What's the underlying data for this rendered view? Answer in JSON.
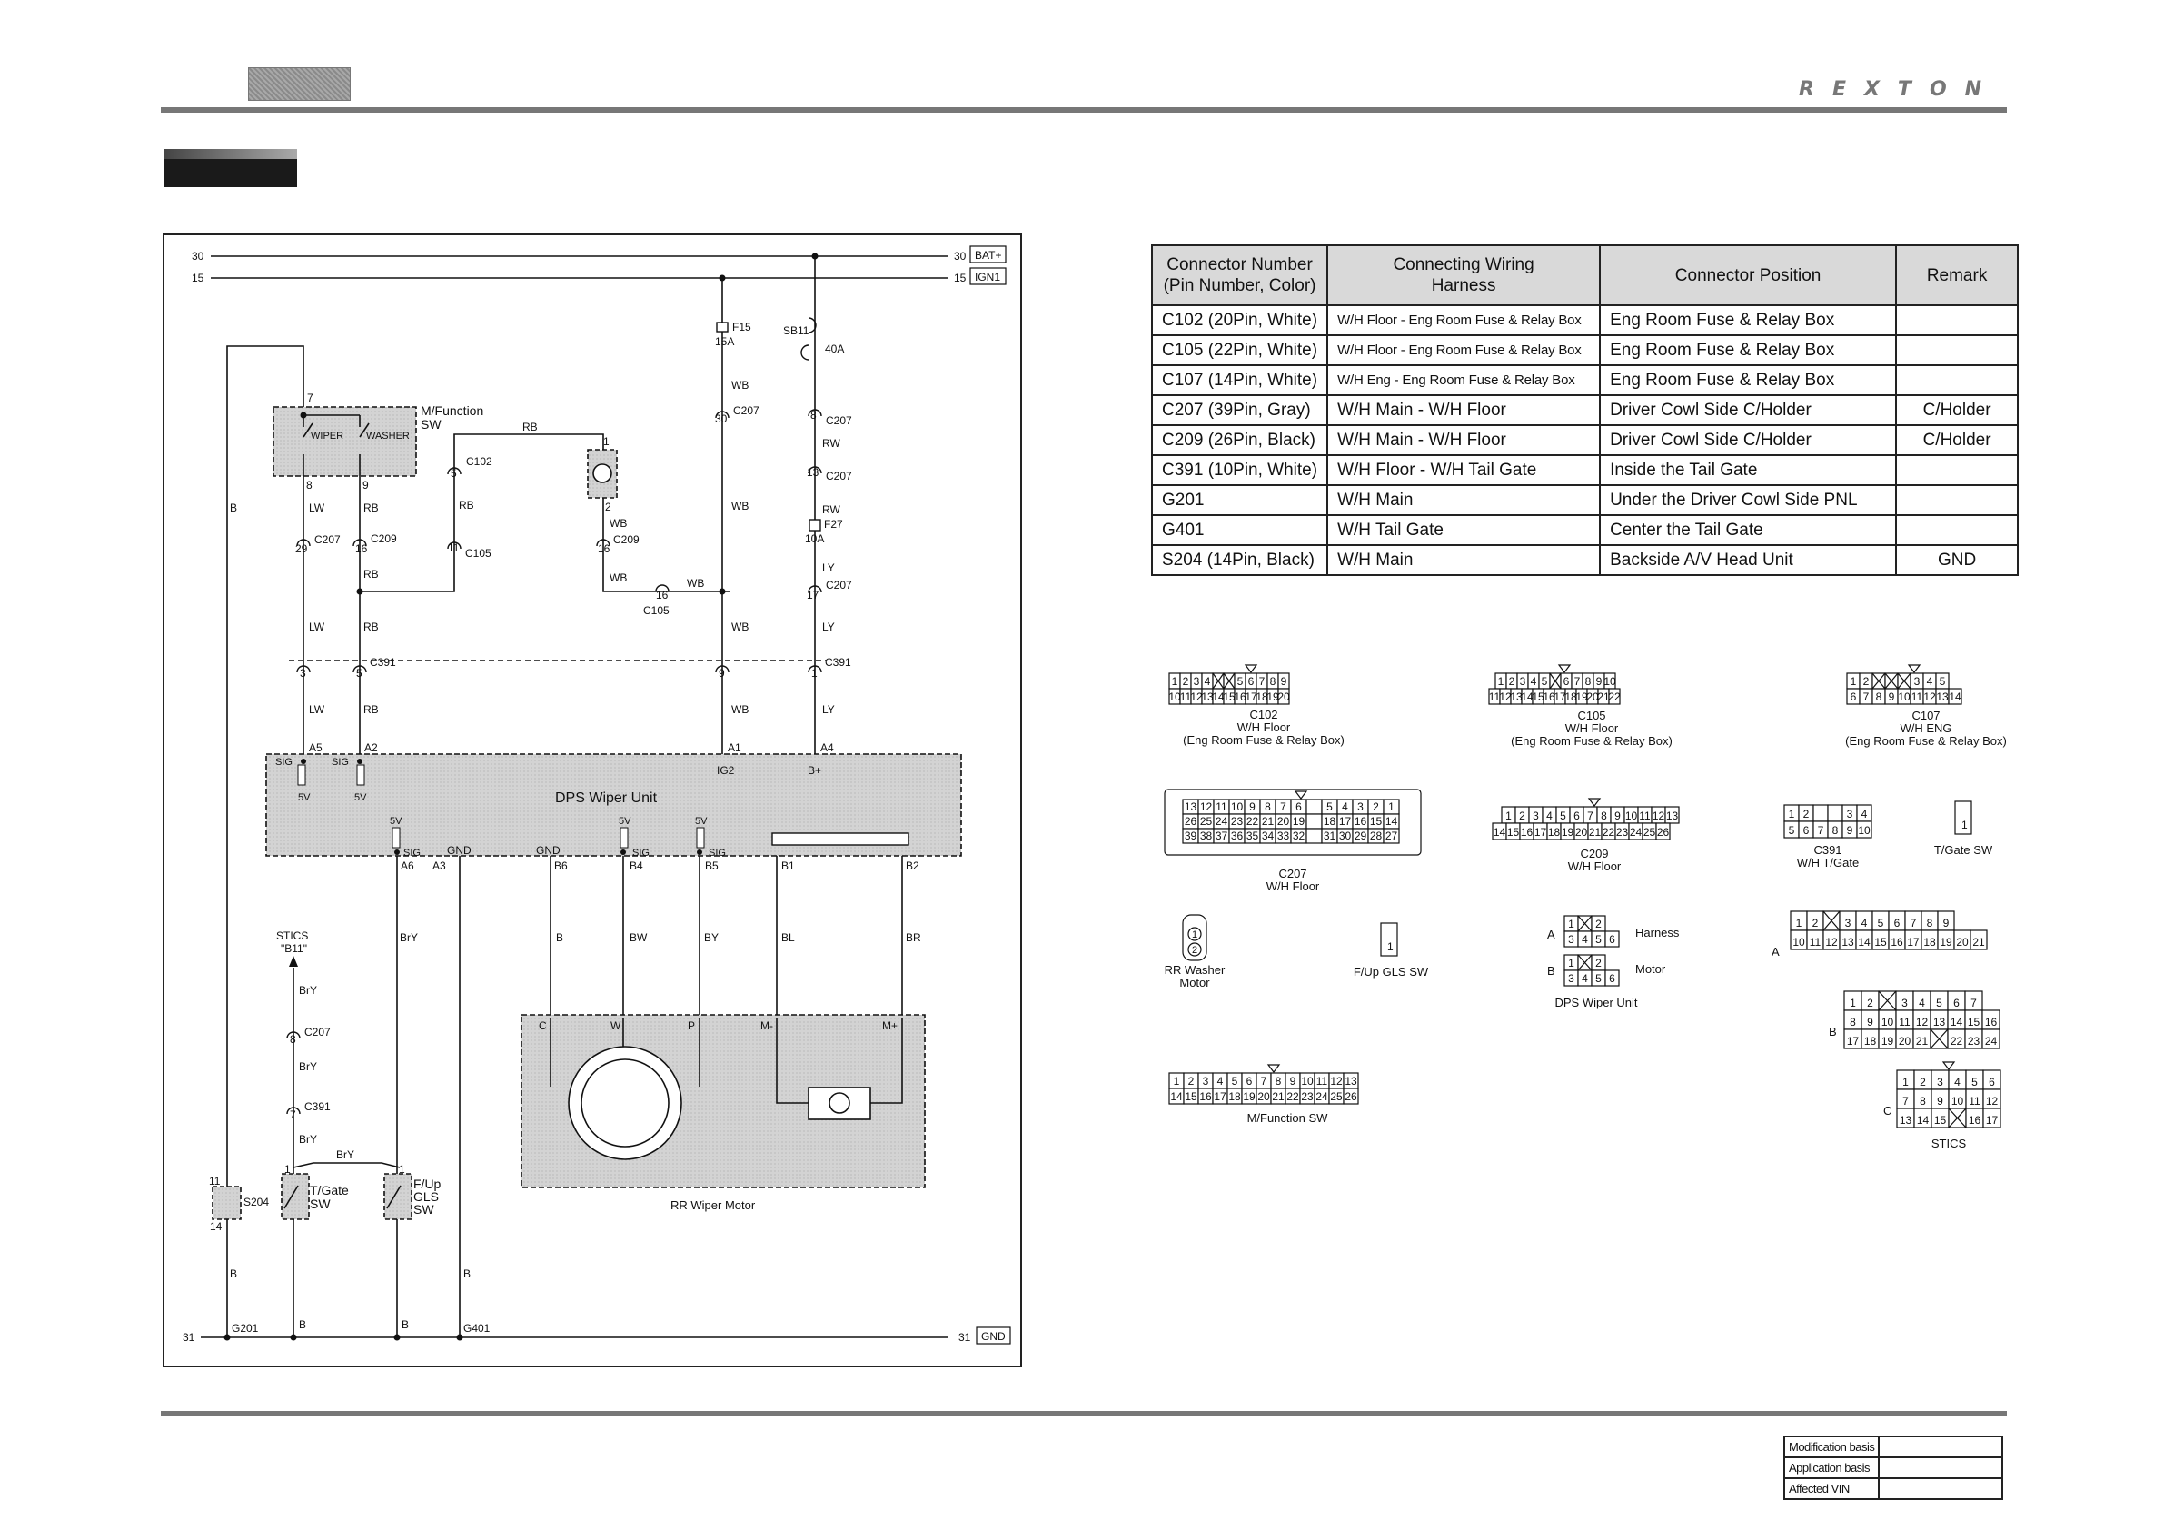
{
  "header": {
    "brand": "REXTON"
  },
  "diagram": {
    "buses": {
      "b30": "30",
      "b15": "15",
      "b31": "31",
      "bat": "BAT+",
      "ign": "IGN1",
      "gnd": "GND"
    },
    "fuses": {
      "f15": "F15",
      "f15_amp": "15A",
      "sb11": "SB11",
      "sb11_amp": "40A",
      "f27": "F27",
      "f27_amp": "10A"
    },
    "components": {
      "mfunc_sw": [
        "M/Function",
        "SW"
      ],
      "wiper": "WIPER",
      "washer": "WASHER",
      "dps": "DPS Wiper Unit",
      "rr_motor": "RR Wiper Motor",
      "tgate_sw": [
        "T/Gate",
        "SW"
      ],
      "fup_sw": [
        "F/Up",
        "GLS",
        "SW"
      ],
      "stics": [
        "STICS",
        "\"B11\""
      ]
    },
    "connectors": {
      "c102": "C102",
      "c105": "C105",
      "c207": "C207",
      "c209": "C209",
      "c391": "C391",
      "s204": "S204",
      "g201": "G201",
      "g401": "G401"
    },
    "wires": {
      "b": "B",
      "lw": "LW",
      "rb": "RB",
      "wb": "WB",
      "rw": "RW",
      "ly": "LY",
      "bry": "BrY",
      "bw": "BW",
      "by": "BY",
      "bl": "BL",
      "br": "BR"
    },
    "pins": {
      "a5": "A5",
      "a2": "A2",
      "a1": "A1",
      "a4": "A4",
      "a6": "A6",
      "a3": "A3",
      "b6": "B6",
      "b4": "B4",
      "b5": "B5",
      "b1": "B1",
      "b2": "B2",
      "ig2": "IG2",
      "bplus": "B+",
      "sig": "SIG",
      "v5": "5V",
      "gnd": "GND",
      "c": "C",
      "w": "W",
      "p": "P",
      "mminus": "M-",
      "mplus": "M+"
    },
    "nums": {
      "n1": "1",
      "n2": "2",
      "n3": "3",
      "n5": "5",
      "n7": "7",
      "n8": "8",
      "n9": "9",
      "n11": "11",
      "n13": "13",
      "n14": "14",
      "n16": "16",
      "n17": "17",
      "n29": "29",
      "n30": "30"
    }
  },
  "connector_table": {
    "headers": [
      [
        "Connector Number",
        "(Pin Number, Color)"
      ],
      [
        "Connecting Wiring",
        "Harness"
      ],
      [
        "Connector Position"
      ],
      [
        "Remark"
      ]
    ],
    "rows": [
      [
        "C102 (20Pin, White)",
        "W/H Floor - Eng Room Fuse & Relay Box",
        "Eng Room Fuse & Relay Box",
        ""
      ],
      [
        "C105 (22Pin, White)",
        "W/H Floor - Eng Room Fuse & Relay Box",
        "Eng Room Fuse & Relay Box",
        ""
      ],
      [
        "C107 (14Pin, White)",
        "W/H Eng - Eng Room Fuse & Relay Box",
        "Eng Room Fuse & Relay Box",
        ""
      ],
      [
        "C207 (39Pin, Gray)",
        "W/H Main - W/H Floor",
        "Driver Cowl Side C/Holder",
        "C/Holder"
      ],
      [
        "C209 (26Pin, Black)",
        "W/H Main - W/H Floor",
        "Driver Cowl Side C/Holder",
        "C/Holder"
      ],
      [
        "C391 (10Pin, White)",
        "W/H Floor - W/H Tail Gate",
        "Inside the Tail Gate",
        ""
      ],
      [
        "G201",
        "W/H Main",
        "Under the Driver Cowl Side PNL",
        ""
      ],
      [
        "G401",
        "W/H Tail Gate",
        "Center the Tail Gate",
        ""
      ],
      [
        "S204 (14Pin, Black)",
        "W/H Main",
        "Backside A/V Head Unit",
        "GND"
      ]
    ]
  },
  "connector_views": {
    "c102": {
      "name": "C102",
      "sub": [
        "W/H Floor",
        "(Eng Room Fuse & Relay Box)"
      ]
    },
    "c105": {
      "name": "C105",
      "sub": [
        "W/H Floor",
        "(Eng Room Fuse & Relay Box)"
      ]
    },
    "c107": {
      "name": "C107",
      "sub": [
        "W/H ENG",
        "(Eng Room Fuse & Relay Box)"
      ]
    },
    "c207": {
      "name": "C207",
      "sub": [
        "W/H Floor"
      ]
    },
    "c209": {
      "name": "C209",
      "sub": [
        "W/H Floor"
      ]
    },
    "c391": {
      "name": "C391",
      "sub": [
        "W/H T/Gate"
      ]
    },
    "tgate": {
      "name": "T/Gate SW"
    },
    "rrwasher": {
      "name": [
        "RR Washer",
        "Motor"
      ]
    },
    "fupgls": {
      "name": "F/Up GLS SW"
    },
    "dps": {
      "name": "DPS Wiper Unit",
      "a": "A",
      "b": "B",
      "harness": "Harness",
      "motor": "Motor"
    },
    "mfunc": {
      "name": "M/Function SW"
    },
    "stics": {
      "name": "STICS",
      "a": "A",
      "b": "B",
      "c": "C"
    }
  },
  "modification": {
    "rows": [
      "Modification basis",
      "Application basis",
      "Affected VIN"
    ]
  }
}
